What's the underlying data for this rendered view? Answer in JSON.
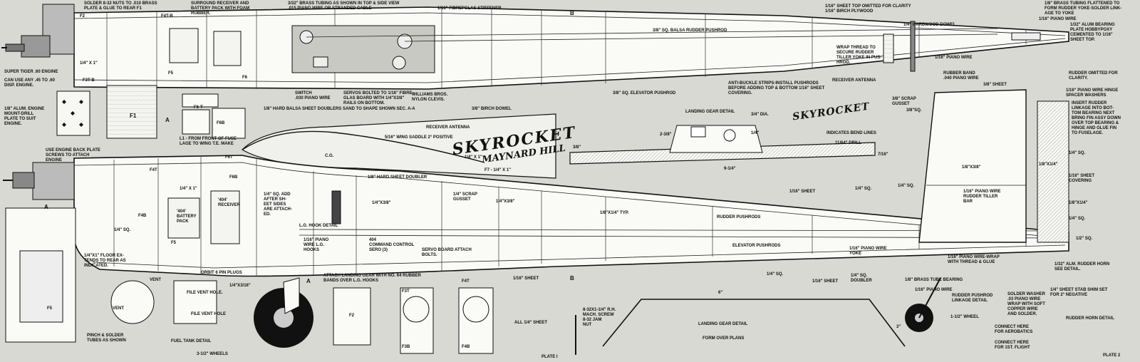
{
  "labels": {
    "solder_nuts": "Solder 8-32 nuts to .010 brass\nplate & glue to rear F1",
    "surround_receiver": "Surround receiver and\nbattery pack with foam\nrubber.",
    "brass_tubing": "3/32\" brass tubing as shown in top & side view\n.015 piano wire or stranded cable",
    "fiberglas": "1/16\" fibrefglas stiffener",
    "balsa_pushrod": "3/8\" sq. balsa rudder pushrod",
    "sheet_top": "1/16\" sheet top omitted for clarity\n1/16\" birch plywood",
    "brass_flattened": "1/8\" brass tubing flattened to\nform rudder yoke-solder link-\nage to yoke",
    "piano_wire_top": "1/16\" piano wire",
    "alum_bearing": "1/32\" alum bearing\nplate hobbypoxy\ncemented to 1/16\"\nsheet top.",
    "hardwood_dowel": "1/4\" hardwood dowel",
    "wrap_thread": "Wrap thread to\nsecure rudder\ntiller yoke in pus-\nhrod.",
    "piano_wire_mid": "1/16\" piano wire",
    "super_tiger": "Super Tiger .60 engine",
    "can_use": "Can use any .45 to .60\ndisp. engine.",
    "alum_engine": "1/8\" alum. engine\nmount-drill\nplate to suit\nengine.",
    "quarter_x1": "1/4\" x 1\"",
    "switch": "Switch\n.030 piano wire",
    "servos_bolted": "Servos bolted to 1/16\" fibre-\nglas board with 1/4\"x3/8\"\nrails on bottom.",
    "williams": "Williams Bros.\nnylon clevis.",
    "hard_balsa": "1/8\" hard balsa sheet doublers sand to shape shown sec. A-A",
    "birch_dowel": "3/8\" birch dowel",
    "elevator_pushrod": "3/8\" sq. elevator pushrod",
    "anti_buckle": "Anti-buckle strips-install pushrods\nbefore adding top & bottom 1/16\" sheet\ncovering.",
    "receiver_antenna_top": "Receiver antenna",
    "rubber_band": "Rubber band\n.040 piano wire",
    "rudder_omitted": "Rudder omitted for\nclarity.",
    "piano_hinge": "1/16\" piano wire hinge\nspacer washers",
    "insert_rudder": "Insert rudder\nlinkage into bot-\ntom bearing next\nbring fin assy down\nover top bearing &\nhinge and glue fin\nto fuselage.",
    "three_eighths_sheet": "3/8\" sheet",
    "scrap_gusset": "3/8\" scrap\ngusset",
    "three_eighths_sq": "3/8\"sq.",
    "landing_gear_detail": "Landing gear detail",
    "three_quarter_dia": "3/4\" dia.",
    "indicates_bend": "Indicates bend lines",
    "drill": "11/64\" drill",
    "seven_sixteenths": "7/16\"",
    "nine_quarter": "9-1/4\"",
    "two_three_eighths": "2-3/8\"",
    "quarter": "1/4\"",
    "three_eighths": "3/8\"",
    "title": "SKYROCKET",
    "designer": "maynard hill",
    "mini_title": "SKYROCKET",
    "receiver_antenna": "Receiver antenna",
    "wing_saddle": "5/16\" wing saddle 2° positive",
    "cg": "C.G.",
    "quarter_x1_wing": "1/4\" x 1\"",
    "l1_front": "L1 - from front of fuse-\nlage to wing T.E. make",
    "use_engine_back": "Use engine back plate\nscrews to attach\nengine",
    "f6t": "F6-T",
    "f6b": "F6B",
    "f6t_b": "F6T",
    "f6b_b": "F6B",
    "f7": "F7 - 1/4\" x 1\"",
    "hard_sheet_doubler": "1/8\" hard sheet doubler",
    "scrap_gusset_lower": "1/4\" scrap\ngusset",
    "quarter_x38": "1/4\"x3/8\"",
    "quarter_x38_b": "1/4\"x3/8\"",
    "quarter_sq_add": "1/4\" sq. add\nafter sh-\neet sides\nare attach-\ned.",
    "quarter_x1_front": "1/4\" x 1\"",
    "quarter_sq_front": "1/4\" sq.",
    "battery_pack": "'404'\nbattery\npack",
    "receiver_404": "'404'\nreceiver",
    "f4b": "F4B",
    "f5_lower": "F5",
    "lg_hook": "L.G. hook detail",
    "piano_lg": "1/16\" piano\nwire L.G.\nhooks",
    "command_control": "404\ncommand control\nsero (3)",
    "servo_board": "Servo board attach\nbolts.",
    "one_eighth_x_quarter": "1/8\"x1/4\" typ.",
    "rudder_pushrods": "Rudder pushrods",
    "elevator_pushrods": "Elevator pushrods",
    "sixteenth_sheet_a": "1/16\" sheet",
    "quarter_sq_a": "1/4\" sq.",
    "quarter_sq_b": "1/4\" sq.",
    "piano_wire_yoke": "1/16\" piano wire\nyoke",
    "piano_wrap": "1/16\" piano wire-wrap\nwith thread & glue",
    "alm_horn": "1/32\" alm. rudder horn\nsee detail.",
    "eighth_x38": "1/8\"x3/8\"",
    "eighth_x_quarter": "1/8\"x1/4\"",
    "quarter_sq_c": "1/4\" sq.",
    "sheet_covering": "1/16\" sheet\ncovering",
    "tiller_bar": "1/16\" piano wire\nrudder tiller\nbar",
    "eighth_x_quarter_b": "1/8\"x1/4\"",
    "quarter_sq_d": "1/4\" sq.",
    "half_sq": "1/2\" sq.",
    "floor_extends": "1/4\"x1\" floor ex-\ntends to rear as\nindicated.",
    "vent": "Vent",
    "vent_b": "Vent",
    "pinch_solder": "Pinch & solder\ntubes as shown",
    "orbit_plugs": "Orbit 6 pin plugs",
    "file_vent": "File vent hole.",
    "file_vent_b": "File vent hole",
    "fuel_tank": "Fuel tank detail",
    "wheels": "3-1/2\" wheels",
    "x3_16": "1/4\"x3/16\"",
    "attach_lg": "Attach landing gear with No. 64 rubber\nbands over L.G. hooks",
    "f3t": "F3T",
    "f3b": "F3B",
    "f2": "F2",
    "f4t": "F4T",
    "f4b_b": "F4B",
    "all_sheet": "All 1/4\" sheet",
    "sixteenth_sheet_b": "1/16\" sheet",
    "quarter_sq_e": "1/4\" sq.",
    "sixteenth_sheet_c": "1/16\" sheet",
    "quarter_sq_doubler": "1/4\" sq.\ndoubler",
    "brass_tube_bearing": "1/8\" brass tube bearing",
    "piano_wire_lower": "1/16\" piano wire",
    "rudder_linkage": "Rudder pushrod\nlinkage detail",
    "mach_screw": "8-32x1-1/4\" R.H.\nmach. screw\n8-32 jam\nnut",
    "six_in": "6\"",
    "three_in": "3\"",
    "lg_detail_lower": "Landing gear detail",
    "form_over": "Form over plans",
    "wheel": "1-1/2\" wheel",
    "solder_washer": "Solder washer\n.03 piano wire\nwrap with soft\ncopper wire\nand solder.",
    "connect_aerobatics": "Connect here\nfor aerobatics",
    "connect_flight": "Connect here\nfor 1st. flight",
    "stab_shim": "1/4\" sheet stab shim set\nfor 2° negative",
    "rudder_horn": "Rudder horn detail",
    "plate1": "Plate I",
    "plate2": "Plate 2",
    "f1": "F1",
    "f2_top": "F2",
    "f3_top": "F3T-B",
    "f4_top": "F4T-B",
    "f5_top": "F5",
    "f6_top": "F6",
    "f4t_side": "F4T",
    "f5_side": "F5",
    "a_mark": "A",
    "a_mark_b": "A",
    "a_mark_c": "A",
    "b_mark": "B",
    "b_mark_b": "B"
  }
}
